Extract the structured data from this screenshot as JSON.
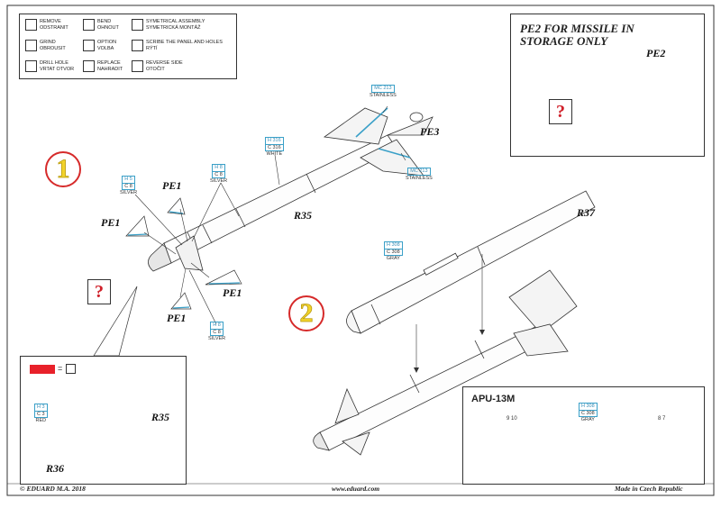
{
  "legend": [
    {
      "icon": "remove-icon",
      "label": "REMOVE\nODSTRANIT"
    },
    {
      "icon": "bend-icon",
      "label": "BEND\nOHNOUT"
    },
    {
      "icon": "symmetrical-icon",
      "label": "SYMETRICAL ASSEMBLY\nSYMETRICKÁ MONTÁŽ"
    },
    {
      "icon": "grind-icon",
      "label": "GRIND\nOBROUSIT"
    },
    {
      "icon": "option-icon",
      "label": "OPTION\nVOLBA"
    },
    {
      "icon": "scribe-icon",
      "label": "SCRIBE THE PANEL AND HOLES\nRÝTÍ"
    },
    {
      "icon": "drill-icon",
      "label": "DRILL HOLE\nVRTAT OTVOR"
    },
    {
      "icon": "replace-icon",
      "label": "REPLACE\nNAHRADIT"
    },
    {
      "icon": "reverse-icon",
      "label": "REVERSE SIDE\nOTOČIT"
    }
  ],
  "pe2_box": {
    "title_line1": "PE2 FOR MISSILE IN",
    "title_line2": "STORAGE ONLY",
    "part": "PE2",
    "q": "?"
  },
  "steps": {
    "one": "1",
    "two": "2"
  },
  "labels": {
    "pe1_a": "PE1",
    "pe1_b": "PE1",
    "pe1_c": "PE1",
    "pe1_d": "PE1",
    "pe3": "PE3",
    "r35": "R35",
    "r37": "R37",
    "r35b": "R35",
    "r36": "R36",
    "q1": "?"
  },
  "codes": {
    "h5": {
      "h": "H 5",
      "c": "C 8",
      "n": "SILVER"
    },
    "h8a": {
      "h": "H 8",
      "c": "C 8",
      "n": "SILVER"
    },
    "h8b": {
      "h": "H 8",
      "c": "C 8",
      "n": "SILVER"
    },
    "h316": {
      "h": "H 316",
      "c": "C 316",
      "n": "WHITE"
    },
    "mc213a": {
      "h": "MC 213",
      "n": "STAINLESS"
    },
    "mc213b": {
      "h": "MC 213",
      "n": "STAINLESS"
    },
    "h308": {
      "h": "H 308",
      "c": "C 308",
      "n": "GRAY"
    },
    "h3": {
      "h": "H 3",
      "c": "C 3",
      "n": "RED"
    },
    "apu_h308": {
      "h": "H 308",
      "c": "C 308",
      "n": "GRAY"
    }
  },
  "red_box": {
    "equals": "="
  },
  "apu": {
    "title": "APU-13M",
    "num_left": "9 10",
    "num_right": "8 7"
  },
  "footer": {
    "left": "© EDUARD  M.A. 2018",
    "center": "www.eduard.com",
    "right": "Made in Czech Republic"
  },
  "colors": {
    "red": "#e8212a",
    "cyan": "#3aa0c8",
    "yellow": "#f2d32b"
  }
}
